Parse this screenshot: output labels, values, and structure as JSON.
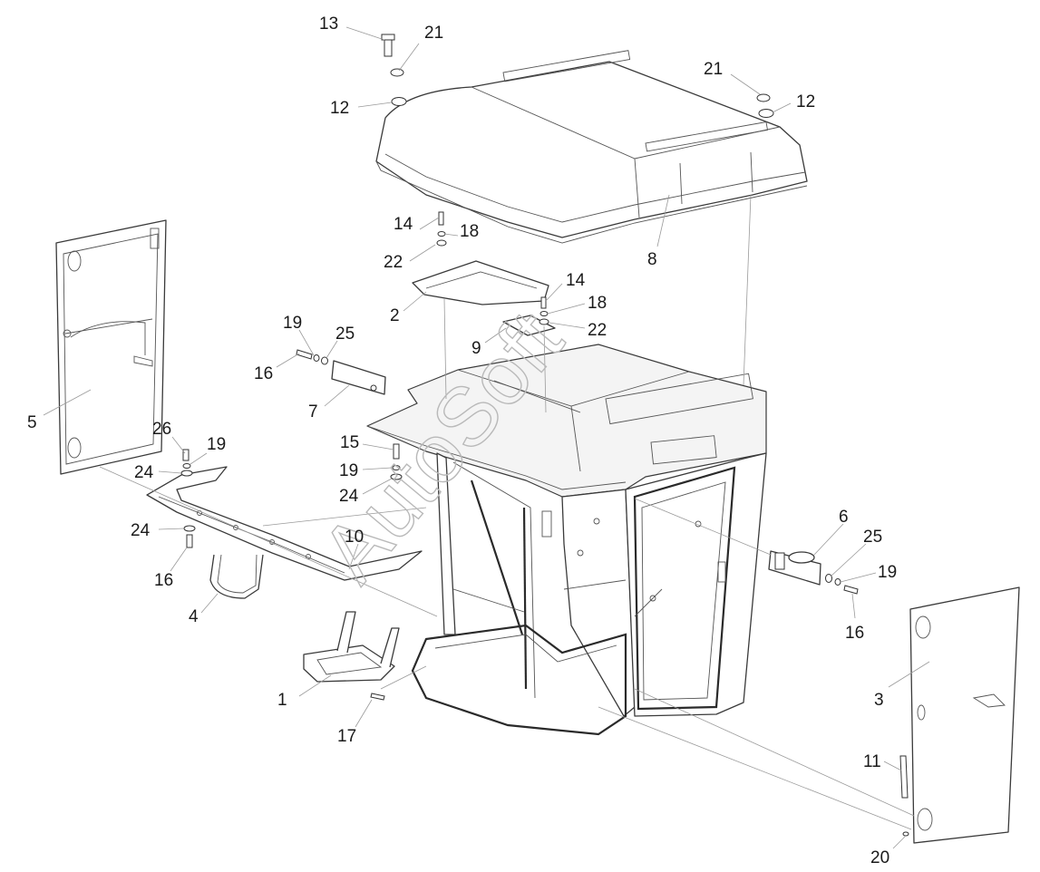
{
  "watermark": "AutoSoft",
  "callouts": {
    "c13": "13",
    "c21a": "21",
    "c12a": "12",
    "c21b": "21",
    "c12b": "12",
    "c14a": "14",
    "c18a": "18",
    "c22a": "22",
    "c2": "2",
    "c14b": "14",
    "c18b": "18",
    "c22b": "22",
    "c9": "9",
    "c8": "8",
    "c19a": "19",
    "c25a": "25",
    "c16a": "16",
    "c7": "7",
    "c5": "5",
    "c26": "26",
    "c19b": "19",
    "c24a": "24",
    "c15": "15",
    "c19c": "19",
    "c24b": "24",
    "c24c": "24",
    "c10": "10",
    "c16b": "16",
    "c4": "4",
    "c6": "6",
    "c25b": "25",
    "c19d": "19",
    "c16c": "16",
    "c1": "1",
    "c17": "17",
    "c3": "3",
    "c11": "11",
    "c20": "20"
  }
}
